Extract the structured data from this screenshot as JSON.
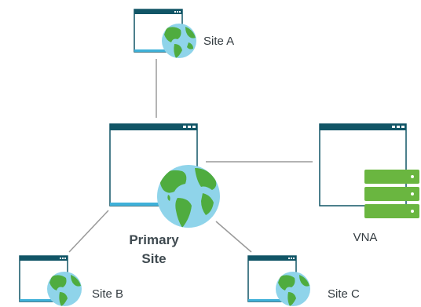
{
  "nodes": {
    "site_a": {
      "label": "Site A"
    },
    "primary": {
      "label_line1": "Primary",
      "label_line2": "Site"
    },
    "vna": {
      "label": "VNA"
    },
    "site_b": {
      "label": "Site B"
    },
    "site_c": {
      "label": "Site C"
    }
  },
  "colors": {
    "window_bar": "#115566",
    "window_border": "#115566",
    "window_underline": "#3fb1d9",
    "globe_ocean": "#8fd4ea",
    "globe_land": "#4fac3f",
    "server_green": "#6ab640",
    "connector": "#9a9a9a"
  },
  "icons": [
    "browser-window-icon",
    "globe-icon",
    "server-stack-icon"
  ]
}
